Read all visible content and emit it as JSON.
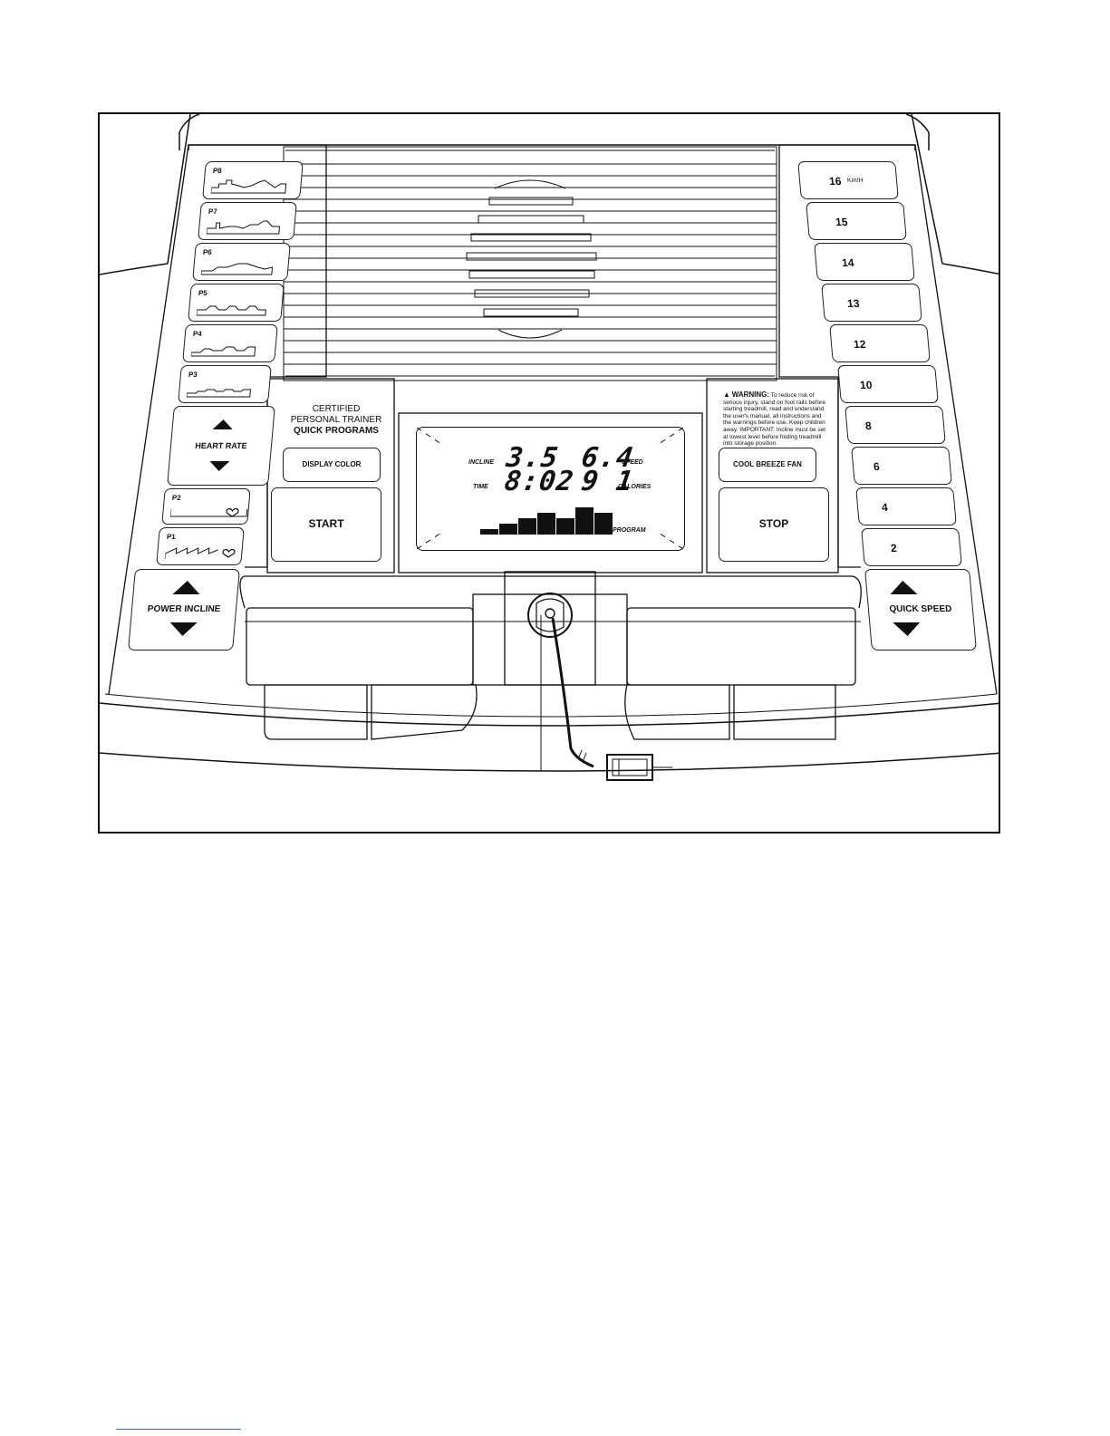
{
  "left_panel": {
    "programs": [
      {
        "id": "p8",
        "label": "P8"
      },
      {
        "id": "p7",
        "label": "P7"
      },
      {
        "id": "p6",
        "label": "P6"
      },
      {
        "id": "p5",
        "label": "P5"
      },
      {
        "id": "p4",
        "label": "P4"
      },
      {
        "id": "p3",
        "label": "P3"
      },
      {
        "id": "p2",
        "label": "P2"
      },
      {
        "id": "p1",
        "label": "P1"
      }
    ],
    "heart_rate_label": "HEART RATE",
    "power_incline_label": "POWER INCLINE"
  },
  "quick_programs": {
    "line1": "CERTIFIED",
    "line2": "PERSONAL TRAINER",
    "line3": "QUICK PROGRAMS",
    "display_color_label": "DISPLAY COLOR",
    "start_label": "START"
  },
  "display": {
    "incline_label": "INCLINE",
    "incline_value": "3.5",
    "speed_value": "6.4",
    "speed_label": "SPEED",
    "time_label": "TIME",
    "time_value": "8:02",
    "calories_value": "9 1",
    "calories_label": "CALORIES",
    "program_label": "PROGRAM",
    "program_levels": [
      1,
      2,
      3,
      4,
      3,
      5,
      4
    ]
  },
  "right_controls": {
    "warning_title": "WARNING:",
    "warning_text": "To reduce risk of serious injury, stand on foot rails before starting treadmill, read and understand the user's manual, all instructions and the warnings before use. Keep children away. IMPORTANT: Incline must be set at lowest level before folding treadmill into storage position.",
    "cool_breeze_label": "COOL BREEZE FAN",
    "stop_label": "STOP"
  },
  "speed_keys": {
    "unit": "Km/H",
    "values": [
      "16",
      "15",
      "14",
      "13",
      "12",
      "10",
      "8",
      "6",
      "4",
      "2"
    ]
  },
  "quick_speed_label": "QUICK SPEED"
}
